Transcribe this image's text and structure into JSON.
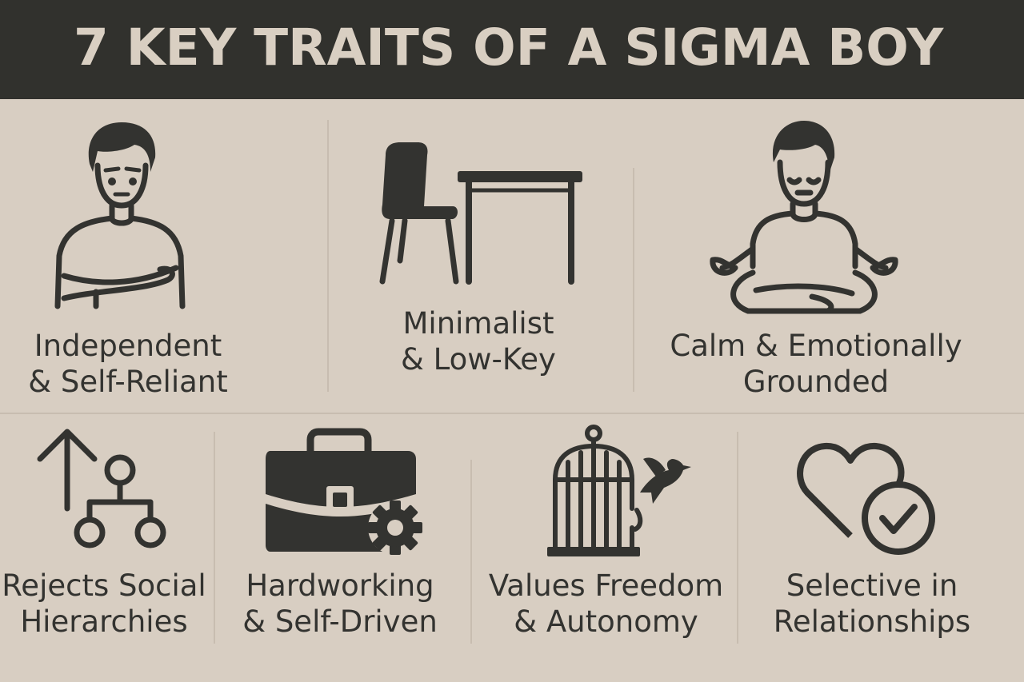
{
  "title": "7 KEY TRAITS OF A SIGMA BOY",
  "colors": {
    "banner": "#31312d",
    "background": "#d8cec2",
    "ink": "#333330",
    "title_text": "#d9cfc2"
  },
  "traits": [
    {
      "line1": "Independent",
      "line2": "& Self-Reliant",
      "icon": "person-arms-crossed-icon"
    },
    {
      "line1": "Minimalist",
      "line2": "& Low-Key",
      "icon": "chair-and-table-icon"
    },
    {
      "line1": "Calm & Emotionally",
      "line2": "Grounded",
      "icon": "meditating-person-icon"
    },
    {
      "line1": "Rejects Social",
      "line2": "Hierarchies",
      "icon": "arrow-hierarchy-icon"
    },
    {
      "line1": "Hardworking",
      "line2": "& Self-Driven",
      "icon": "briefcase-gear-icon"
    },
    {
      "line1": "Values Freedom",
      "line2": "& Autonomy",
      "icon": "birdcage-bird-icon"
    },
    {
      "line1": "Selective in",
      "line2": "Relationships",
      "icon": "heart-check-icon"
    }
  ]
}
